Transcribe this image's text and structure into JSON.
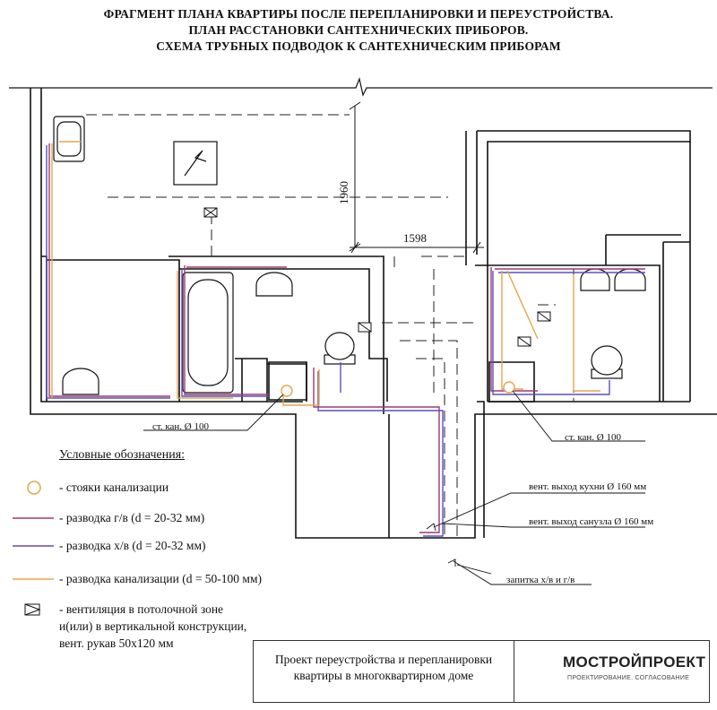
{
  "title": {
    "line1": "ФРАГМЕНТ ПЛАНА КВАРТИРЫ  ПОСЛЕ ПЕРЕПЛАНИРОВКИ И ПЕРЕУСТРОЙСТВА.",
    "line2": "ПЛАН РАССТАНОВКИ САНТЕХНИЧЕСКИХ ПРИБОРОВ.",
    "line3": "СХЕМА ТРУБНЫХ ПОДВОДОК К САНТЕХНИЧЕСКИМ ПРИБОРАМ"
  },
  "dimensions": {
    "vertical": "1960",
    "horizontal": "1598"
  },
  "callouts": {
    "riser_left": "ст. кан. Ø 100",
    "riser_right": "ст. кан. Ø 100",
    "vent_kitchen": "вент. выход кухни Ø 160 мм",
    "vent_bathroom": "вент. выход санузла Ø 160 мм",
    "water_supply": "запитка х/в и г/в"
  },
  "legend": {
    "heading": "Условные обозначения:",
    "items": [
      {
        "label": "-  стояки канализации",
        "color": "#e6a54a"
      },
      {
        "label": "-  разводка г/в (d = 20-32 мм)",
        "color": "#9e3a6e"
      },
      {
        "label": "-  разводка х/в (d = 20-32 мм)",
        "color": "#5a4fc4"
      },
      {
        "label": "-  разводка канализации (d = 50-100 мм)",
        "color": "#e6a54a"
      }
    ],
    "vent": {
      "line1": "-  вентиляция в потолочной зоне",
      "line2": "и(или) в вертикальной конструкции,",
      "line3": "вент. рукав 50х120 мм"
    }
  },
  "title_block": {
    "project_line1": "Проект переустройства и перепланировки",
    "project_line2": "квартиры в многоквартирном доме",
    "company": "МОСТРОЙПРОЕКТ",
    "tagline": "ПРОЕКТИРОВАНИЕ. СОГЛАСОВАНИЕ",
    "brand_color": "#d6342b"
  },
  "colors": {
    "hot_water": "#9e3a6e",
    "cold_water": "#5a4fc4",
    "sewage": "#e6a54a",
    "walls": "#111111"
  }
}
